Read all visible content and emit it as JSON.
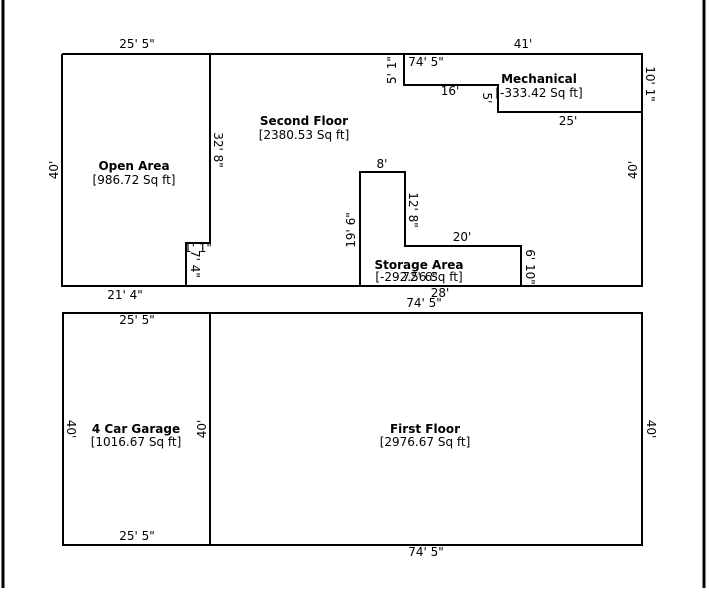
{
  "rooms": {
    "open_area": {
      "name": "Open Area",
      "area": "[986.72 Sq ft]"
    },
    "second_floor": {
      "name": "Second Floor",
      "area": "[2380.53 Sq ft]"
    },
    "mechanical": {
      "name": "Mechanical",
      "area": "[-333.42 Sq ft]"
    },
    "storage_area": {
      "name": "Storage Area",
      "area": "[-292.56 Sq ft]"
    },
    "garage": {
      "name": "4 Car Garage",
      "area": "[1016.67 Sq ft]"
    },
    "first_floor": {
      "name": "First Floor",
      "area": "[2976.67 Sq ft]"
    }
  },
  "dimensions": {
    "top_left": "25' 5\"",
    "top_right": "41'",
    "mech_top": "74' 5\"",
    "mech_left": "5' 1\"",
    "mech_step": "16'",
    "mech_step_v": "5'",
    "mech_right": "10' 1\"",
    "mech_bottom": "25'",
    "open_left": "40'",
    "open_partition": "32' 8\"",
    "right_side": "40'",
    "storage_top": "8'",
    "storage_inner_v": "12' 8\"",
    "storage_left": "19' 6\"",
    "storage_step": "20'",
    "storage_right": "6' 10\"",
    "storage_overlap": "72' 6\"",
    "notch_top": "1' 1\"",
    "notch_v": "7' 4\"",
    "bottom_left": "21' 4\"",
    "bottom_28": "28'",
    "bottom_total": "74' 5\"",
    "garage_top": "25' 5\"",
    "garage_left": "40'",
    "garage_partition": "40'",
    "garage_bottom": "25' 5\"",
    "first_right": "40'",
    "first_bottom": "74' 5\""
  }
}
